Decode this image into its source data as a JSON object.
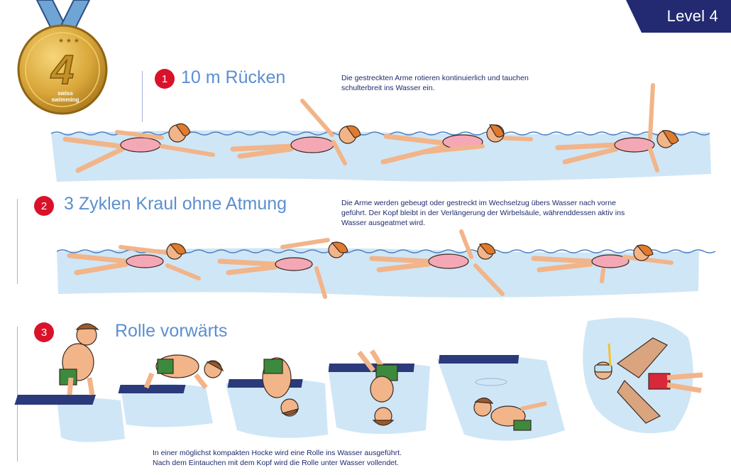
{
  "level": {
    "label": "Level 4"
  },
  "medal": {
    "number": "4",
    "brand_line1": "swiss",
    "brand_line2": "swimming"
  },
  "sections": [
    {
      "number": "1",
      "title": "10 m Rücken",
      "description_lines": [
        "Die gestreckten Arme rotieren kontinuierlich und tauchen",
        "schulterbreit ins Wasser ein."
      ]
    },
    {
      "number": "2",
      "title": "3 Zyklen Kraul ohne Atmung",
      "description_lines": [
        "Die Arme werden gebeugt oder gestreckt im Wechselzug übers Wasser nach vorne",
        "geführt. Der Kopf bleibt in der Verlängerung der Wirbelsäule, währenddessen aktiv ins",
        "Wasser ausgeatmet wird."
      ]
    },
    {
      "number": "3",
      "title": "Rolle vorwärts",
      "description_lines": [
        "In einer möglichst kompakten Hocke wird eine Rolle ins Wasser ausgeführt.",
        "Nach dem Eintauchen mit dem Kopf wird die Rolle unter Wasser vollendet."
      ]
    }
  ],
  "colors": {
    "navy": "#232a72",
    "accent_red": "#d9122a",
    "title_blue": "#5b8fd0",
    "water": "#cfe6f6",
    "skin": "#f2b489",
    "swimsuit_pink": "#f4a8b6",
    "hair_orange": "#e07b2e",
    "trunks_green": "#3c8a3d",
    "trunks_red": "#d8283a",
    "gold": "#d9a73a"
  }
}
